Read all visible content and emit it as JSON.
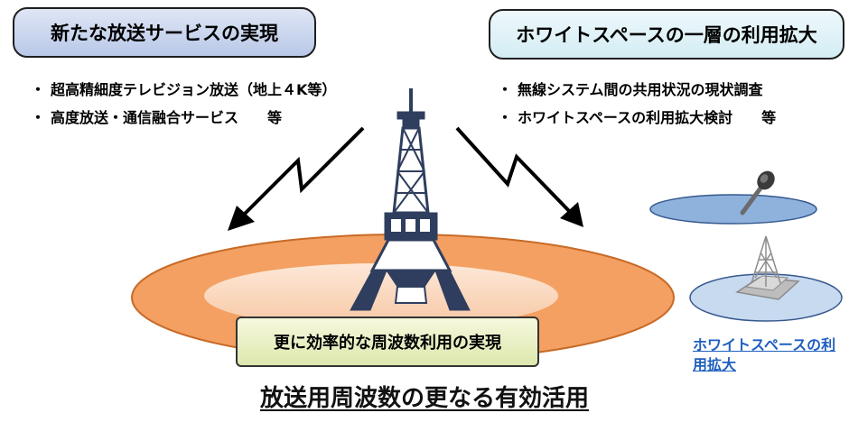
{
  "left_panel": {
    "title": "新たな放送サービスの実現",
    "bullets": [
      "超高精細度テレビジョン放送（地上４K等）",
      "高度放送・通信融合サービス　　等"
    ]
  },
  "right_panel": {
    "title": "ホワイトスペースの一層の利用拡大",
    "bullets": [
      "無線システム間の共用状況の現状調査",
      "ホワイトスペースの利用拡大検討　　等"
    ]
  },
  "bullet_symbol": "・",
  "center_label": "更に効率的な周波数利用の実現",
  "whitespace_link": "ホワイトスペースの利用拡大",
  "bottom_title": "放送用周波数の更なる有効活用",
  "colors": {
    "coverage_outer": "#f3a062",
    "coverage_inner": "#fbd7bd",
    "small_area": "#8fb2dd",
    "tower": "#2f3e5e",
    "link": "#1f5fbf"
  },
  "icons": [
    "lightning-arrow-icon",
    "broadcast-tower-icon",
    "microphone-icon",
    "small-tower-icon"
  ]
}
